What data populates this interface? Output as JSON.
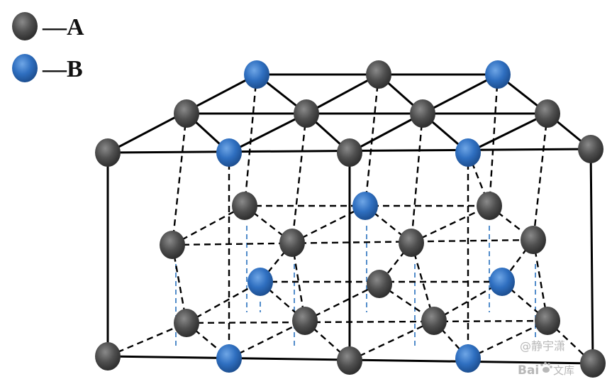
{
  "legend": {
    "items": [
      {
        "label": "—A",
        "color": "#4a4a4a",
        "icon": "gray-atom-icon"
      },
      {
        "label": "—B",
        "color": "#2f6fc0",
        "icon": "blue-atom-icon"
      }
    ]
  },
  "watermark": {
    "author": "@静宇潇",
    "brand": "Bai",
    "brand_suffix": "文库"
  },
  "colors": {
    "atom_a": "#4a4a4a",
    "atom_b": "#2f6fc0",
    "bond": "#000000",
    "projection": "#3f7fc4"
  }
}
